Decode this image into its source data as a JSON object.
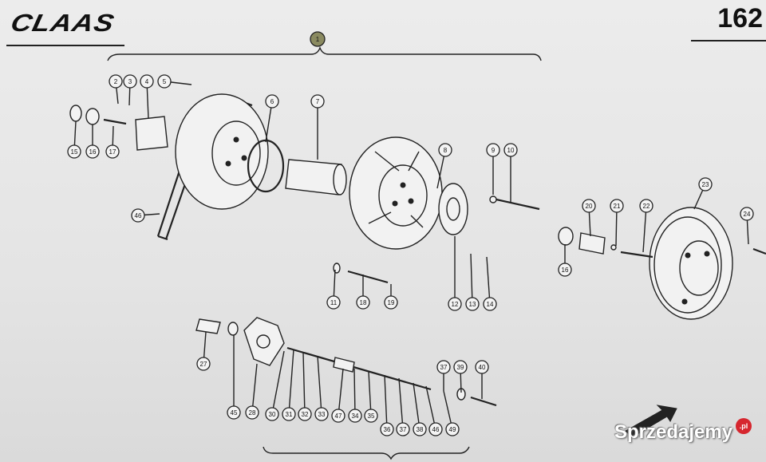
{
  "header": {
    "brand": "CLAAS",
    "page_number": "162"
  },
  "watermark": {
    "text": "Sprzedajemy",
    "badge": ".pl"
  },
  "callouts": [
    {
      "id": "c-top",
      "label": "1"
    },
    {
      "id": "c2",
      "label": "2"
    },
    {
      "id": "c3",
      "label": "3"
    },
    {
      "id": "c4",
      "label": "4"
    },
    {
      "id": "c5",
      "label": "5"
    },
    {
      "id": "c6",
      "label": "6"
    },
    {
      "id": "c7",
      "label": "7"
    },
    {
      "id": "c8",
      "label": "8"
    },
    {
      "id": "c9",
      "label": "9"
    },
    {
      "id": "c10",
      "label": "10"
    },
    {
      "id": "c11",
      "label": "11"
    },
    {
      "id": "c12",
      "label": "12"
    },
    {
      "id": "c13",
      "label": "13"
    },
    {
      "id": "c14",
      "label": "14"
    },
    {
      "id": "c15",
      "label": "15"
    },
    {
      "id": "c16a",
      "label": "16"
    },
    {
      "id": "c16b",
      "label": "16"
    },
    {
      "id": "c17",
      "label": "17"
    },
    {
      "id": "c18",
      "label": "18"
    },
    {
      "id": "c19",
      "label": "19"
    },
    {
      "id": "c20",
      "label": "20"
    },
    {
      "id": "c21",
      "label": "21"
    },
    {
      "id": "c22",
      "label": "22"
    },
    {
      "id": "c23",
      "label": "23"
    },
    {
      "id": "c24",
      "label": "24"
    },
    {
      "id": "c27",
      "label": "27"
    },
    {
      "id": "c28",
      "label": "28"
    },
    {
      "id": "c30",
      "label": "30"
    },
    {
      "id": "c31",
      "label": "31"
    },
    {
      "id": "c32",
      "label": "32"
    },
    {
      "id": "c33",
      "label": "33"
    },
    {
      "id": "c34",
      "label": "34"
    },
    {
      "id": "c35",
      "label": "35"
    },
    {
      "id": "c36",
      "label": "36"
    },
    {
      "id": "c37a",
      "label": "37"
    },
    {
      "id": "c37b",
      "label": "37"
    },
    {
      "id": "c38",
      "label": "38"
    },
    {
      "id": "c39",
      "label": "39"
    },
    {
      "id": "c40",
      "label": "40"
    },
    {
      "id": "c45",
      "label": "45"
    },
    {
      "id": "c46a",
      "label": "46"
    },
    {
      "id": "c46b",
      "label": "46"
    },
    {
      "id": "c47",
      "label": "47"
    },
    {
      "id": "c49",
      "label": "49"
    }
  ]
}
